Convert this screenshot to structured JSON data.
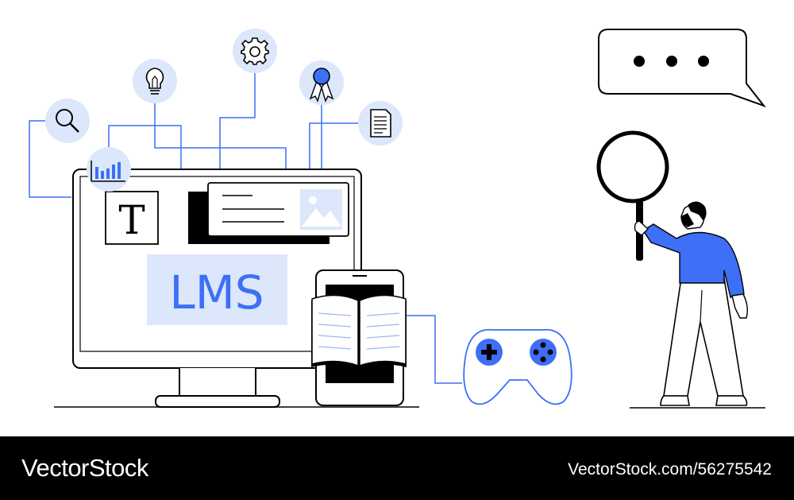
{
  "illustration": {
    "screen_label": "LMS",
    "text_tile_glyph": "T",
    "icons": [
      "search-icon",
      "lightbulb-icon",
      "gear-icon",
      "award-ribbon-icon",
      "document-icon",
      "bar-chart-icon",
      "image-icon",
      "open-book-icon",
      "gamepad-icon",
      "speech-bubble-icon",
      "magnifying-glass-icon"
    ],
    "colors": {
      "accent": "#3D6FF7",
      "tint": "#DCE7FB",
      "ink": "#000000"
    }
  },
  "watermark": {
    "brand": "VectorStock",
    "credit": "VectorStock.com/56275542"
  }
}
